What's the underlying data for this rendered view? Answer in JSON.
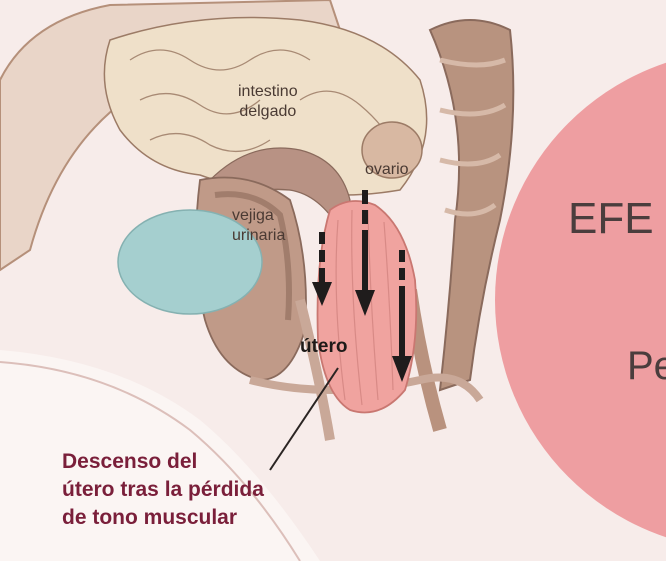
{
  "labels": {
    "intestino": [
      "intestino",
      "delgado"
    ],
    "ovario": "ovario",
    "vejiga": [
      "vejiga",
      "urinaria"
    ],
    "utero": "útero"
  },
  "caption": [
    "Descenso del",
    "útero tras la pérdida",
    "de tono muscular"
  ],
  "circle": {
    "line1": "EFE",
    "line2": "Pe",
    "color": "#ee9ea1"
  },
  "colors": {
    "caption": "#7a1f3a",
    "uterus": "#f0a39f",
    "bladder": "#a5cfcf",
    "arrow": "#1f1c1c"
  }
}
